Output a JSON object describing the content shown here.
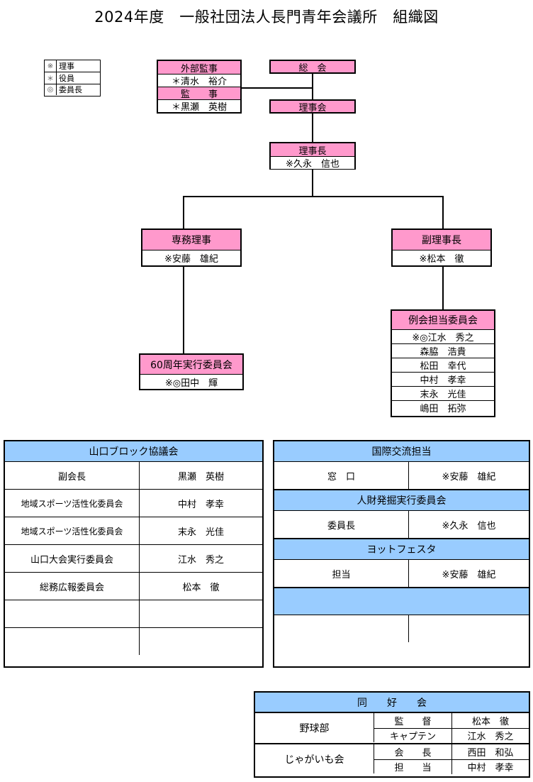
{
  "title": "2024年度　一般社団法人長門青年会議所　組織図",
  "colors": {
    "header_pink": "#ff99cc",
    "header_blue": "#99ccff",
    "border": "#000000",
    "background": "#ffffff"
  },
  "legend": {
    "name": "legend",
    "items": [
      {
        "symbol": "※",
        "label": "理事"
      },
      {
        "symbol": "＊",
        "label": "役員"
      },
      {
        "symbol": "◎",
        "label": "委員長"
      }
    ]
  },
  "org_chart": {
    "nodes": {
      "soukai": {
        "header": "総　会"
      },
      "rijikai": {
        "header": "理事会"
      },
      "gaibu_kanji": {
        "header": "外部監事",
        "member": "＊清水　裕介"
      },
      "kanji": {
        "header": "監　　事",
        "member": "＊黒瀬　英樹"
      },
      "rijichou": {
        "header": "理事長",
        "member": "※久永　信也"
      },
      "senmu_riji": {
        "header": "専務理事",
        "member": "※安藤　雄紀"
      },
      "fuku_rijichou": {
        "header": "副理事長",
        "member": "※松本　徹"
      },
      "shunen_iinkai": {
        "header": "60周年実行委員会",
        "member": "※◎田中　輝"
      },
      "reikai_iinkai": {
        "header": "例会担当委員会",
        "members": [
          "※◎江水　秀之",
          "森脇　浩貴",
          "松田　幸代",
          "中村　孝幸",
          "末永　光佳",
          "嶋田　拓弥"
        ]
      }
    }
  },
  "yamaguchi_block": {
    "header": "山口ブロック協議会",
    "rows": [
      {
        "role": "副会長",
        "person": "黒瀬　英樹"
      },
      {
        "role": "地域スポーツ活性化委員会",
        "person": "中村　孝幸"
      },
      {
        "role": "地域スポーツ活性化委員会",
        "person": "末永　光佳"
      },
      {
        "role": "山口大会実行委員会",
        "person": "江水　秀之"
      },
      {
        "role": "総務広報委員会",
        "person": "松本　徹"
      },
      {
        "role": "",
        "person": ""
      },
      {
        "role": "",
        "person": ""
      }
    ]
  },
  "right_groups": [
    {
      "header": "国際交流担当",
      "rows": [
        {
          "role": "窓　口",
          "person": "※安藤　雄紀"
        }
      ]
    },
    {
      "header": "人財発掘実行委員会",
      "rows": [
        {
          "role": "委員長",
          "person": "※久永　信也"
        }
      ]
    },
    {
      "header": "ヨットフェスタ",
      "rows": [
        {
          "role": "担当",
          "person": "※安藤　雄紀"
        }
      ]
    },
    {
      "header": "",
      "rows": [
        {
          "role": "",
          "person": ""
        }
      ]
    }
  ],
  "doukoukai": {
    "header": "同　　好　　会",
    "groups": [
      {
        "name": "野球部",
        "lines": [
          {
            "role": "監　　督",
            "person": "松本　徹"
          },
          {
            "role": "キャプテン",
            "person": "江水　秀之"
          }
        ]
      },
      {
        "name": "じゃがいも会",
        "lines": [
          {
            "role": "会　　長",
            "person": "西田　和弘"
          },
          {
            "role": "担　　当",
            "person": "中村　孝幸"
          }
        ]
      }
    ]
  }
}
